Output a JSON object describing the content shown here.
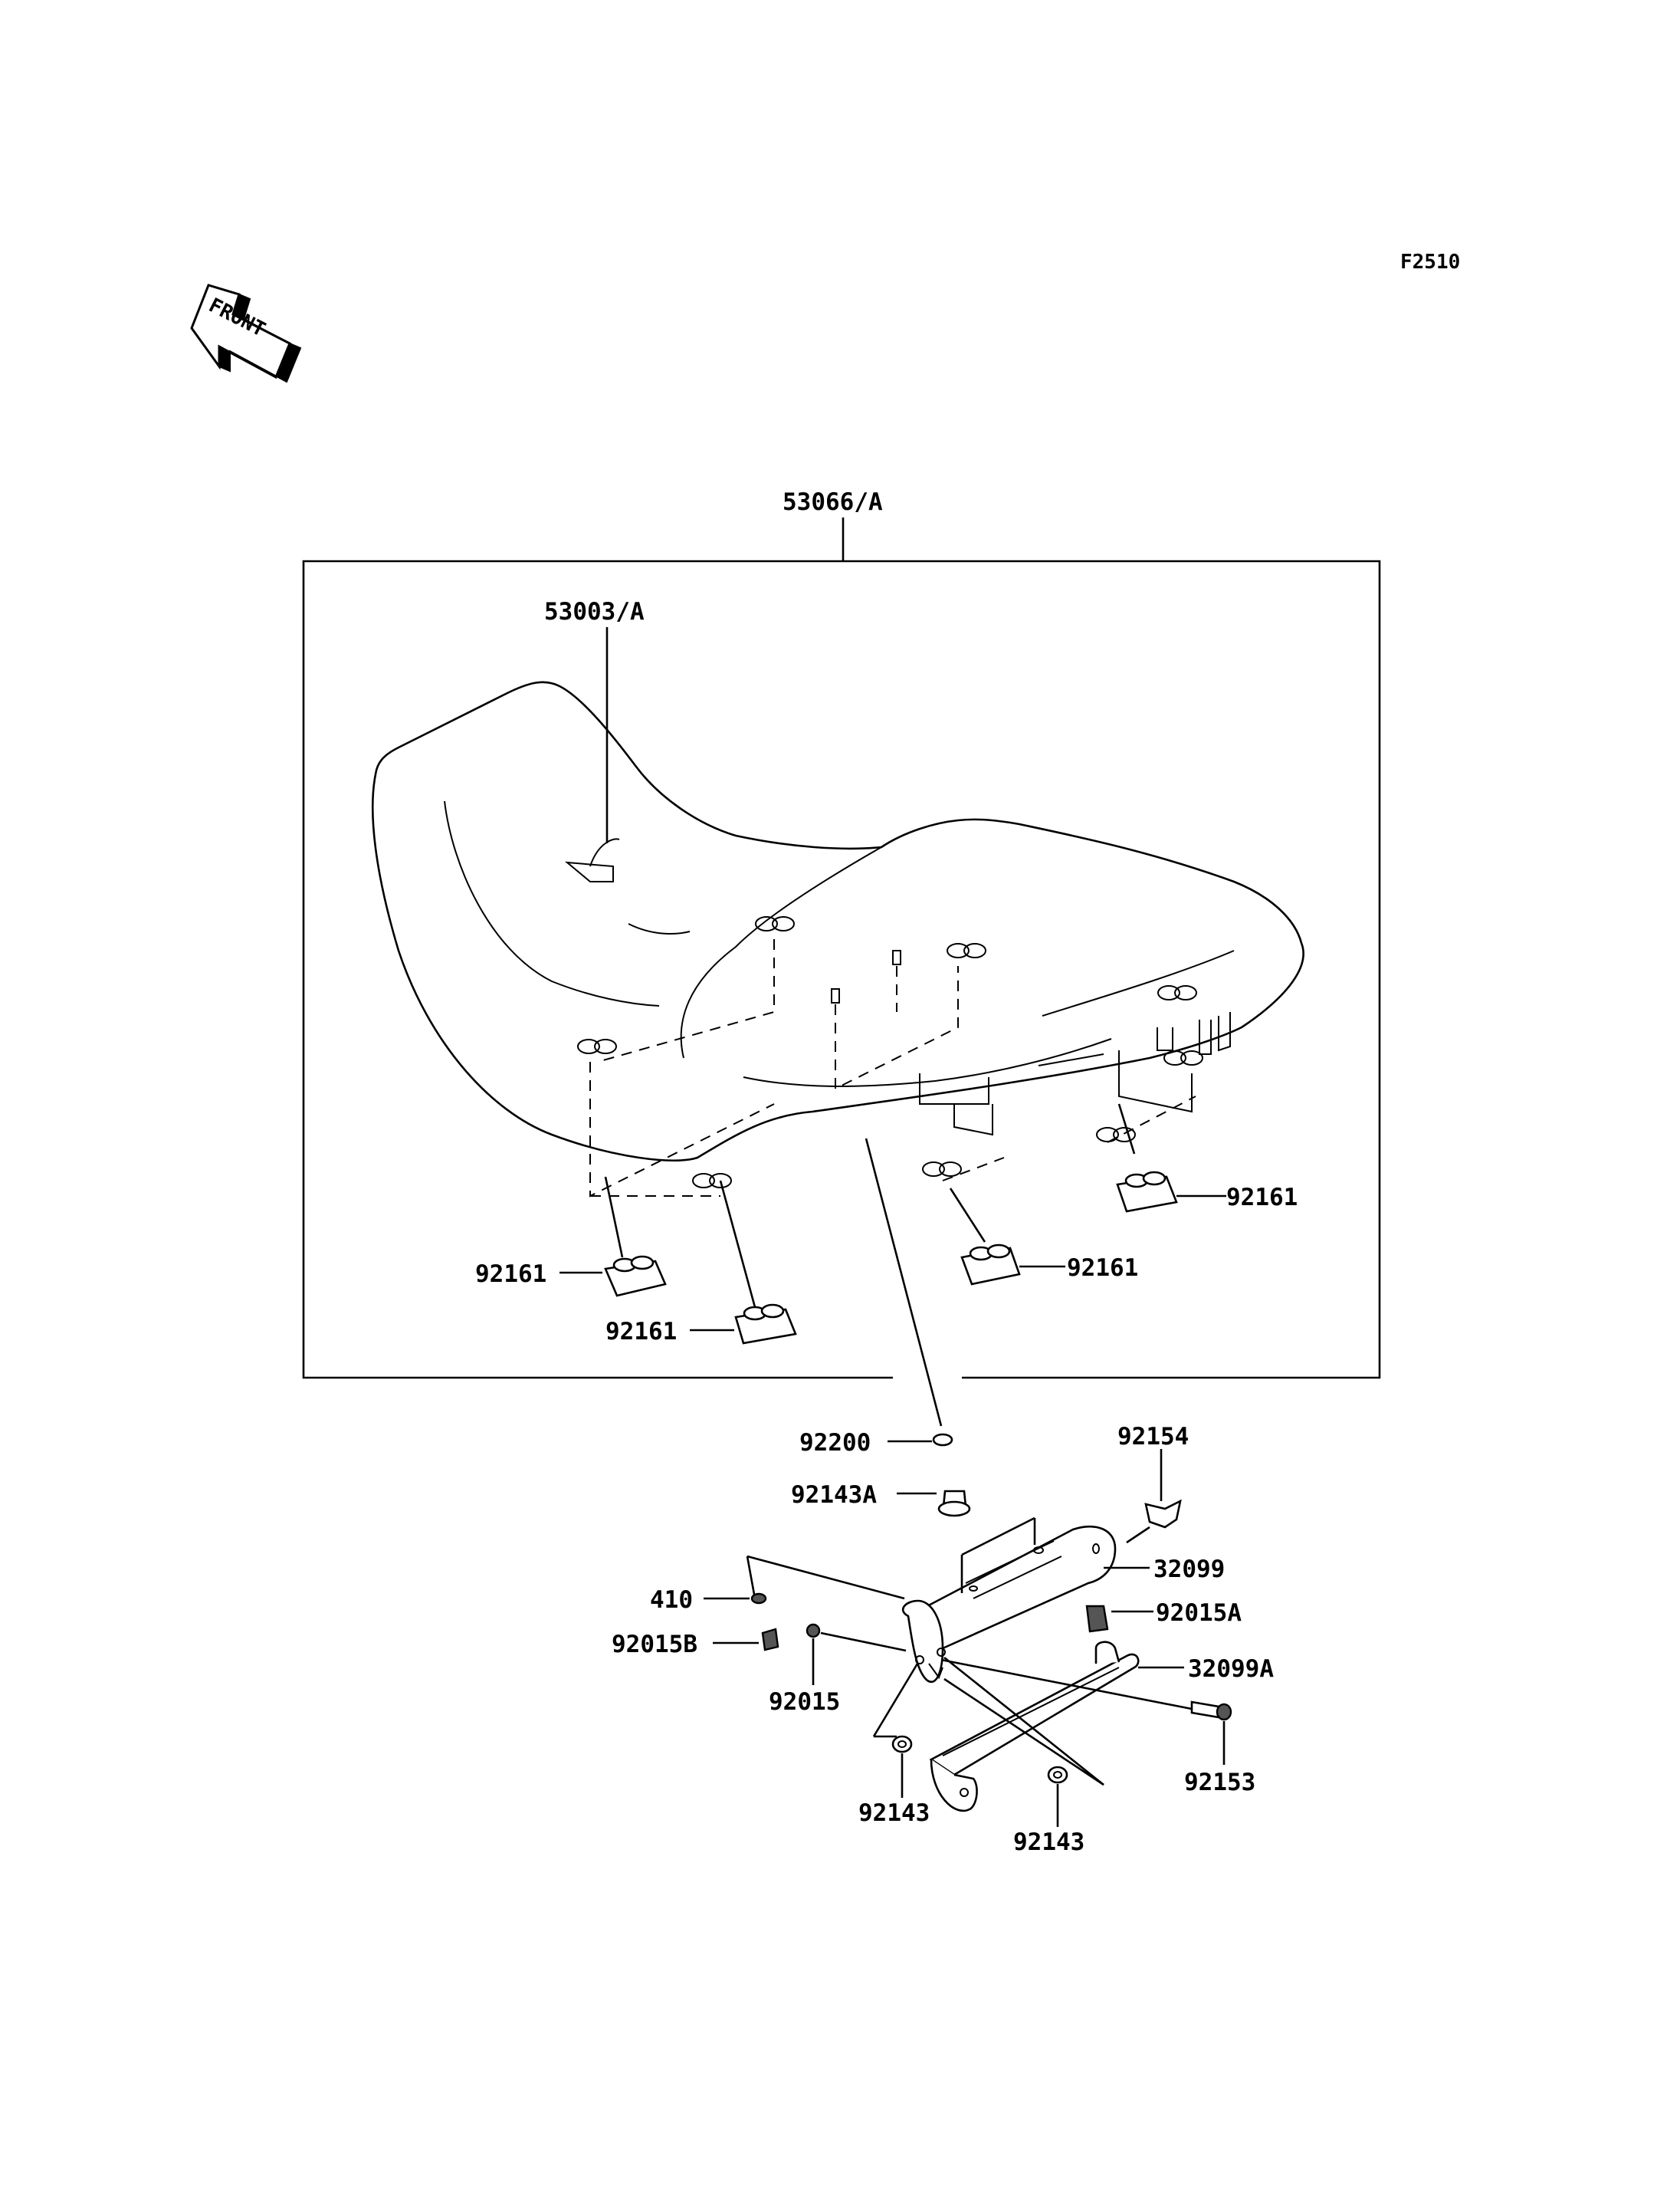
{
  "diagram": {
    "code": "F2510",
    "front_label": "FRONT",
    "parts": {
      "seat_assy": "53066/A",
      "seat_cover": "53003/A",
      "damper_front_left": "92161",
      "damper_front_mid": "92161",
      "damper_center": "92161",
      "damper_rear": "92161",
      "washer": "92200",
      "collar": "92143A",
      "wing_bolt": "92154",
      "tool_case": "32099",
      "clip_a": "92015A",
      "rivet": "410",
      "nut_b": "92015B",
      "nut": "92015",
      "tool_case_lower": "32099A",
      "bolt": "92153",
      "collar_left": "92143",
      "collar_right": "92143"
    }
  }
}
